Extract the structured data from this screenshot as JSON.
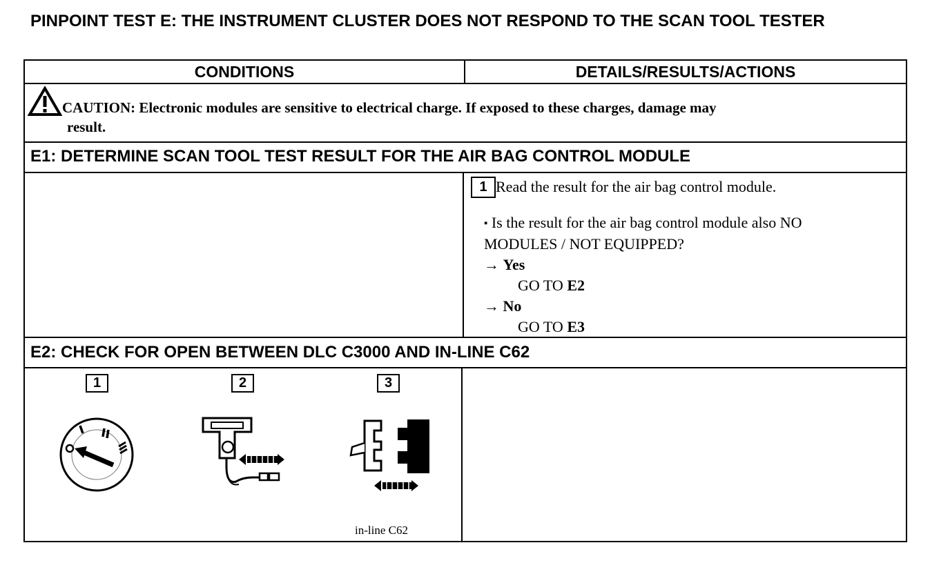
{
  "title": "PINPOINT TEST E: THE INSTRUMENT CLUSTER DOES NOT RESPOND TO THE SCAN TOOL TESTER",
  "columns": {
    "conditions": "CONDITIONS",
    "details": "DETAILS/RESULTS/ACTIONS"
  },
  "caution": {
    "label": "CAUTION:",
    "text": " Electronic modules are sensitive to electrical charge. If exposed to these charges, damage may",
    "text2": "result."
  },
  "e1": {
    "heading": "E1: DETERMINE SCAN TOOL TEST RESULT FOR THE AIR BAG CONTROL MODULE",
    "step_num": "1",
    "step_text": "Read the result for the air bag control module.",
    "question_bullet": "▪",
    "question_line1": "Is the result for the air bag control module also NO",
    "question_line2": "MODULES / NOT EQUIPPED?",
    "arrow": "→",
    "yes_label": "Yes",
    "yes_action_prefix": "GO TO ",
    "yes_action_target": "E2",
    "no_label": "No",
    "no_action_prefix": "GO TO ",
    "no_action_target": "E3"
  },
  "e2": {
    "heading": "E2: CHECK FOR OPEN BETWEEN DLC C3000 AND IN-LINE C62",
    "steps": [
      {
        "num": "1",
        "icon": "ignition-switch-icon"
      },
      {
        "num": "2",
        "icon": "scan-tool-disconnect-icon"
      },
      {
        "num": "3",
        "icon": "connector-disconnect-icon"
      }
    ],
    "connector_caption": "in-line C62"
  }
}
